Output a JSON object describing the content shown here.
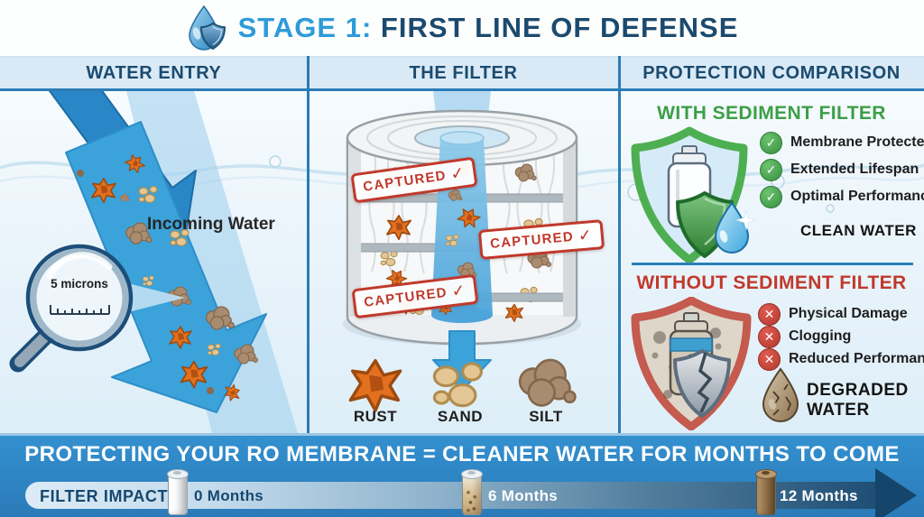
{
  "header": {
    "stage_label": "STAGE 1:",
    "title_rest": "FIRST LINE OF DEFENSE"
  },
  "columns": {
    "water_entry": {
      "header": "WATER ENTRY",
      "incoming_water_label": "Incoming Water",
      "micron_rating": "5 microns"
    },
    "the_filter": {
      "header": "THE FILTER",
      "captured_stamp": "CAPTURED",
      "particle_legend": [
        {
          "name": "RUST"
        },
        {
          "name": "SAND"
        },
        {
          "name": "SILT"
        }
      ]
    },
    "protection_comparison": {
      "header": "PROTECTION COMPARISON",
      "with_filter": {
        "heading": "WITH SEDIMENT FILTER",
        "benefits": [
          {
            "label": "Membrane Protected"
          },
          {
            "label": "Extended Lifespan"
          },
          {
            "label": "Optimal Performance"
          }
        ],
        "result_label": "CLEAN WATER"
      },
      "without_filter": {
        "heading": "WITHOUT SEDIMENT FILTER",
        "risks": [
          {
            "label": "Physical Damage"
          },
          {
            "label": "Clogging"
          },
          {
            "label": "Reduced Performance"
          }
        ],
        "result_label": "DEGRADED WATER"
      }
    }
  },
  "footer": {
    "headline": "PROTECTING YOUR RO MEMBRANE = CLEANER WATER FOR MONTHS TO COME",
    "timeline_label": "FILTER IMPACT",
    "milestones": [
      {
        "label": "0 Months"
      },
      {
        "label": "6 Months"
      },
      {
        "label": "12 Months"
      }
    ]
  },
  "icons": {
    "check_glyph": "✓",
    "cross_glyph": "✕"
  },
  "colors": {
    "accent_blue": "#2e86c6",
    "dark_navy": "#1b4a6e",
    "band_blue": "#d9eaf6",
    "success_green": "#3d9e47",
    "danger_red": "#c0392b"
  }
}
